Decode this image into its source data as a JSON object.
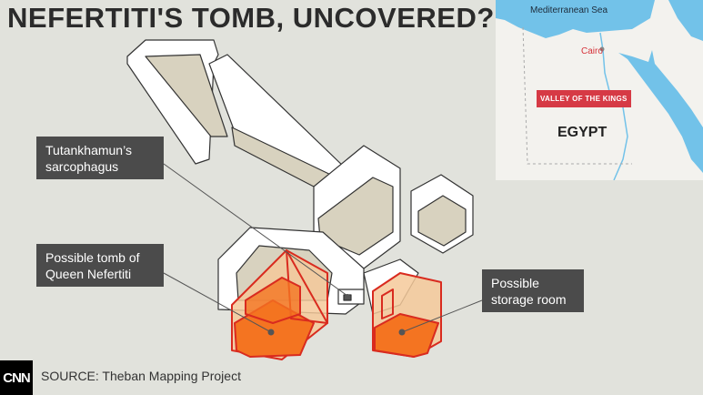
{
  "title": "NEFERTITI'S TOMB, UNCOVERED?",
  "labels": {
    "sarcophagus": "Tutankhamun’s sarcophagus",
    "nefertiti": "Possible tomb of Queen Nefertiti",
    "storage": "Possible storage room"
  },
  "map": {
    "sea": "Mediterranean Sea",
    "city": "Cairo",
    "site": "VALLEY OF THE KINGS",
    "country": "EGYPT"
  },
  "footer": {
    "logo": "CNN",
    "source": "SOURCE: Theban Mapping Project"
  },
  "colors": {
    "background": "#e1e2dc",
    "highlight": "#f47421",
    "highlight_light": "#f5c99a",
    "outline_red": "#d92b1f",
    "label_bg": "#4b4b4b",
    "sea": "#72c2e9",
    "marker": "#d63a45"
  }
}
